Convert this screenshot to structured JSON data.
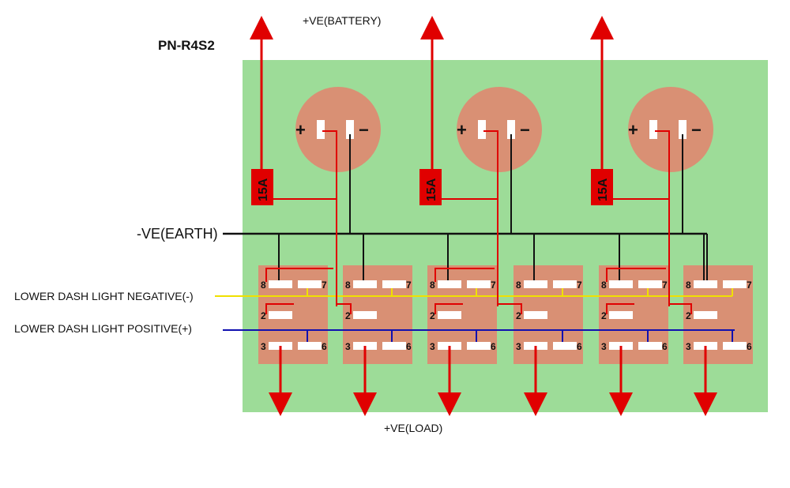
{
  "model": "PN-R4S2",
  "labels": {
    "battery": "+VE(BATTERY)",
    "earth": "-VE(EARTH)",
    "load": "+VE(LOAD)",
    "neg_light": "LOWER DASH LIGHT NEGATIVE(-)",
    "pos_light": "LOWER DASH LIGHT POSITIVE(+)"
  },
  "fuses": [
    "15A",
    "15A",
    "15A"
  ],
  "sockets": [
    {
      "plus": "+",
      "minus": "−"
    },
    {
      "plus": "+",
      "minus": "−"
    },
    {
      "plus": "+",
      "minus": "−"
    }
  ],
  "switch_pins": {
    "p8": "8",
    "p7": "7",
    "p2": "2",
    "p3": "3",
    "p6": "6"
  },
  "colors": {
    "board": "#9ddc98",
    "pad": "#d99074",
    "wire_red": "#e00000",
    "wire_black": "#111111",
    "wire_yellow": "#f0e000",
    "wire_blue": "#1010b0"
  }
}
